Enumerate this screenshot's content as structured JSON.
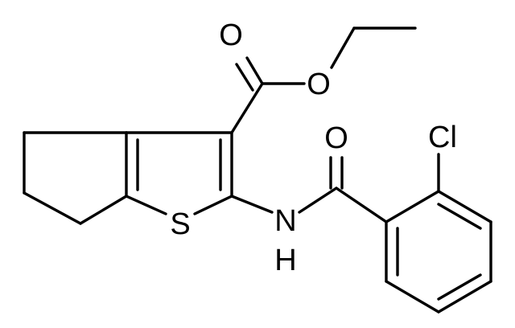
{
  "molecule": {
    "atom_labels": {
      "carbonyl_oxygen_ester": "O",
      "ester_oxygen": "O",
      "amide_oxygen": "O",
      "sulfur": "S",
      "amide_nitrogen": "N",
      "amide_hydrogen": "H",
      "chlorine": "Cl"
    }
  }
}
